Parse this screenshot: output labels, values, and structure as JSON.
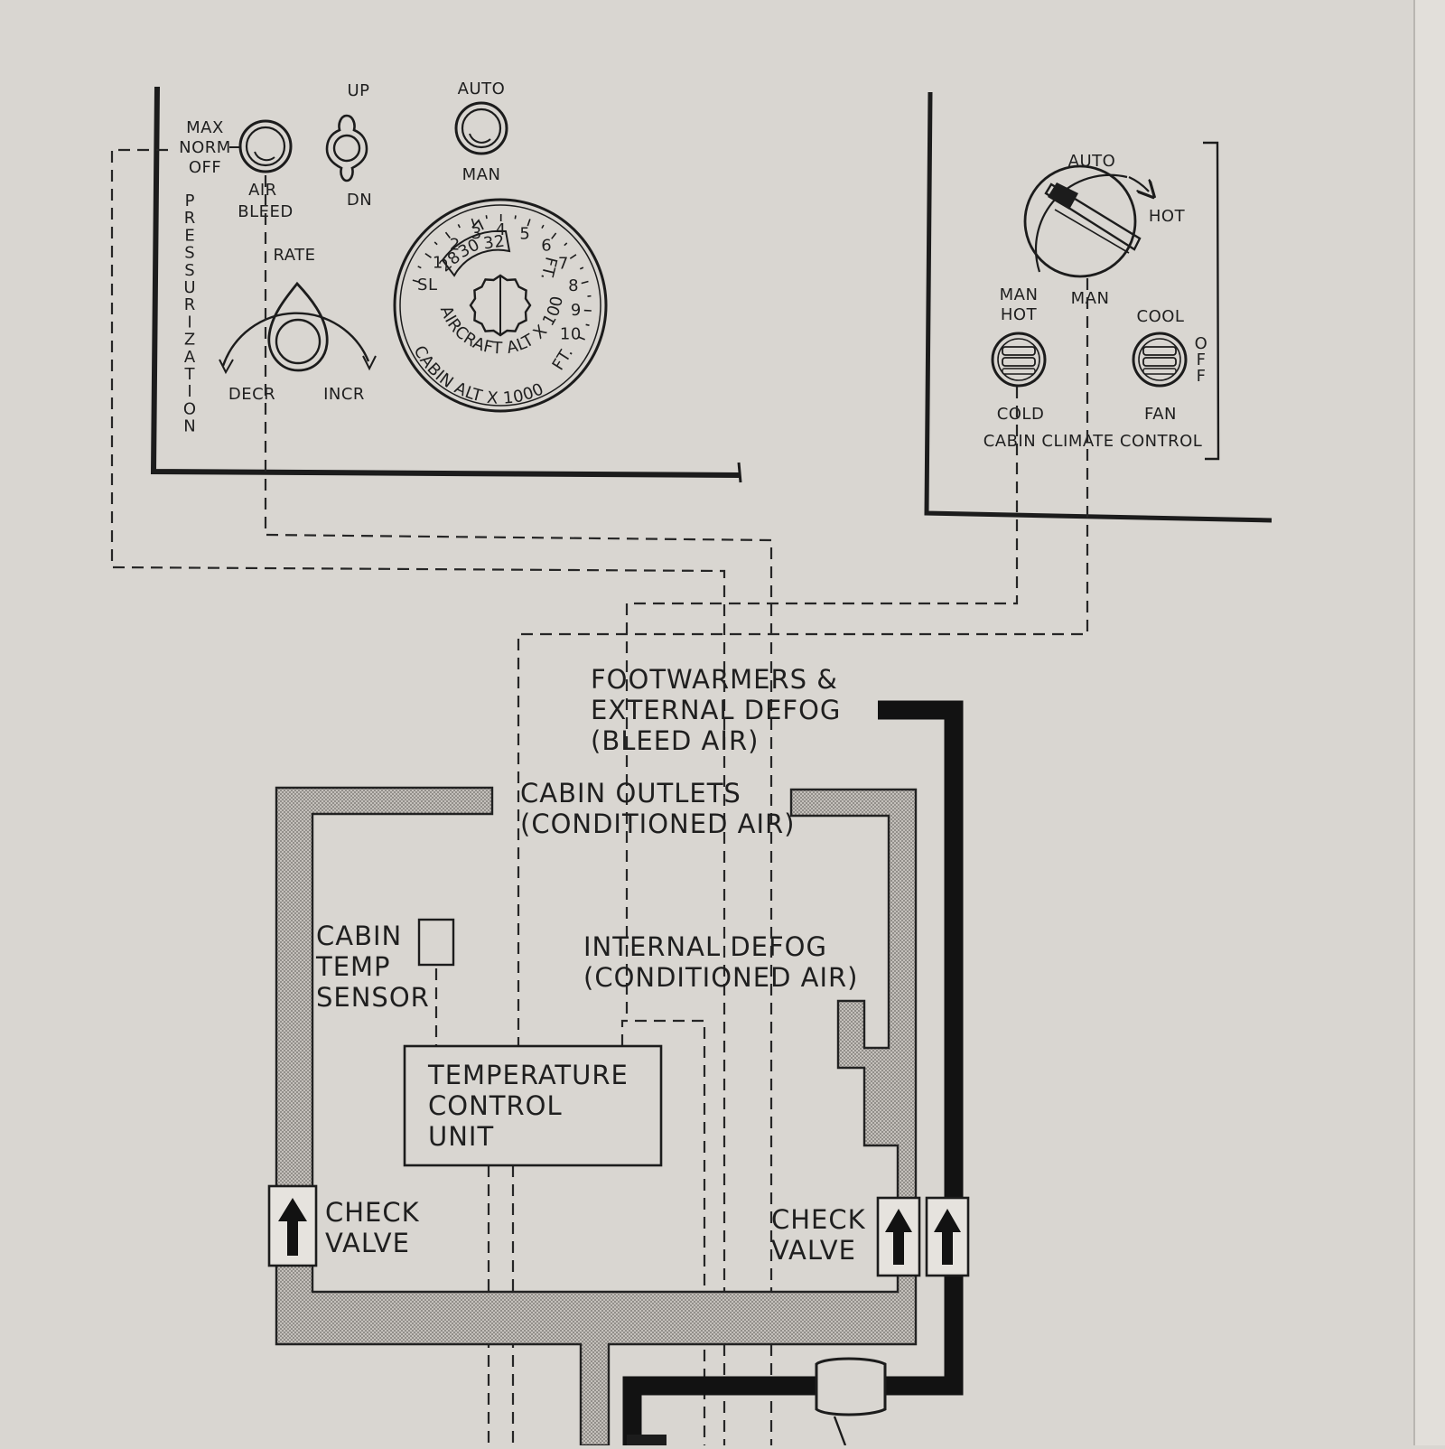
{
  "pressurization_panel": {
    "air_bleed_switch": {
      "positions": [
        "MAX",
        "NORM",
        "OFF"
      ],
      "label": "AIR BLEED"
    },
    "updn_switch": {
      "up": "UP",
      "down": "DN"
    },
    "auto_man_switch": {
      "auto": "AUTO",
      "man": "MAN"
    },
    "panel_title": "PRESSURIZATION",
    "rate_knob": {
      "label": "RATE",
      "decr": "DECR",
      "incr": "INCR"
    },
    "altitude_dial": {
      "outer_scale": [
        "SL",
        "1",
        "2",
        "3",
        "4",
        "5",
        "6",
        "7",
        "8",
        "9",
        "10"
      ],
      "inner_scale": [
        "28",
        "30",
        "32"
      ],
      "inner_caption": "AIRCRAFT ALT X 1000",
      "inner_caption_suffix": "FT.",
      "outer_caption": "CABIN ALT X 1000",
      "outer_caption_suffix": "FT."
    }
  },
  "climate_panel": {
    "mode_knob": {
      "auto": "AUTO",
      "hot": "HOT",
      "man": "MAN"
    },
    "temp_switch": {
      "top": "MAN HOT",
      "bottom": "COLD"
    },
    "fan_switch": {
      "top": "COOL",
      "side": "OFF",
      "bottom": "FAN"
    },
    "panel_title": "CABIN CLIMATE CONTROL"
  },
  "system_labels": {
    "footwarmers": [
      "FOOTWARMERS &",
      "EXTERNAL DEFOG",
      "(BLEED AIR)"
    ],
    "cabin_outlets": [
      "CABIN OUTLETS",
      "(CONDITIONED AIR)"
    ],
    "cabin_temp_sensor": [
      "CABIN",
      "TEMP",
      "SENSOR"
    ],
    "internal_defog": [
      "INTERNAL DEFOG",
      "(CONDITIONED AIR)"
    ],
    "temperature_control_unit": [
      "TEMPERATURE",
      "CONTROL",
      "UNIT"
    ],
    "check_valve_left": [
      "CHECK",
      "VALVE"
    ],
    "check_valve_right": [
      "CHECK",
      "VALVE"
    ]
  },
  "colors": {
    "paper": "#d9d6d1",
    "ink": "#1c1c1c",
    "duct_fill": "#bdb9b4",
    "bleed_line": "#121212"
  }
}
